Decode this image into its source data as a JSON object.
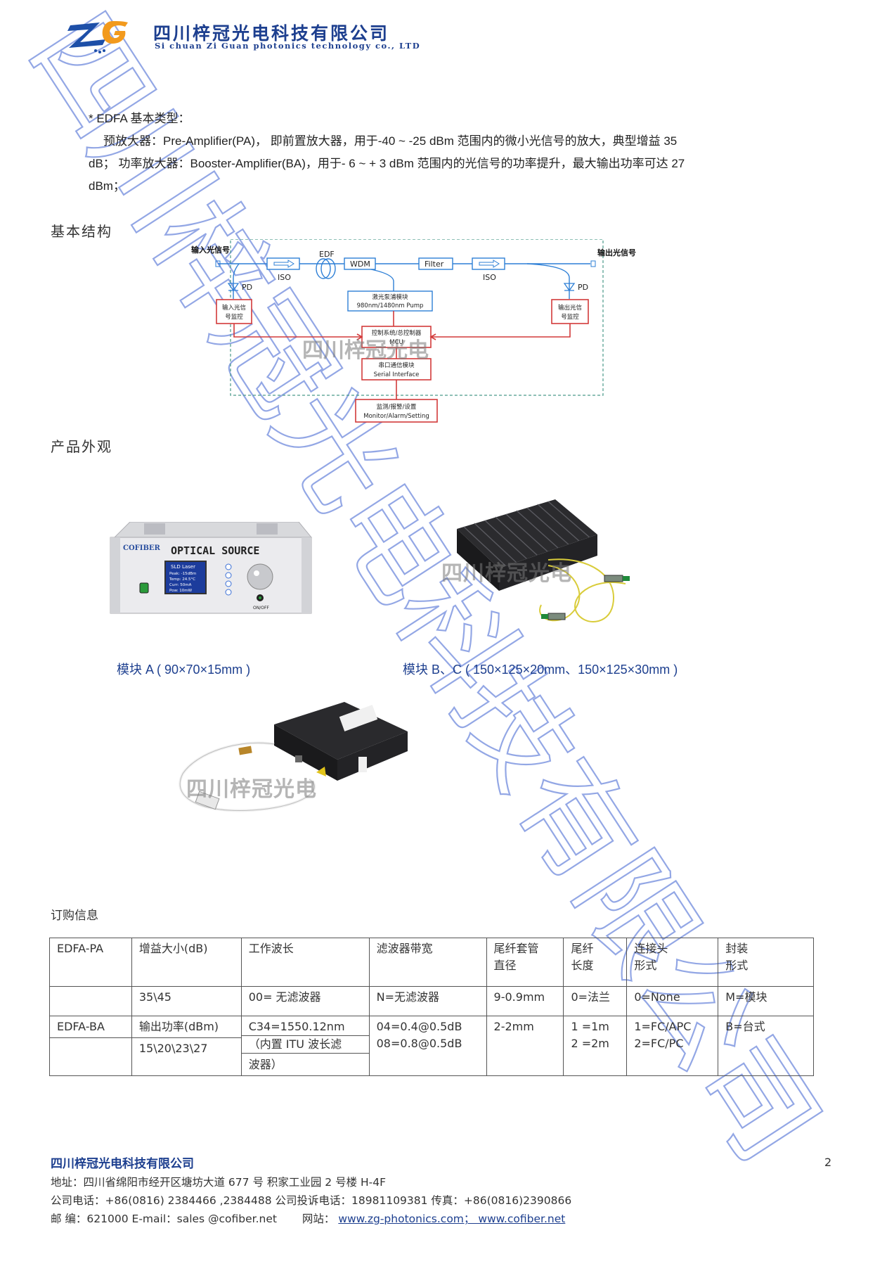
{
  "header": {
    "company_cn": "四川梓冠光电科技有限公司",
    "company_en": "Si chuan Zi Guan photonics technology co., LTD",
    "logo_text": "ZG"
  },
  "watermark": {
    "text": "四川梓冠光电科技有限公司",
    "color": "#3a5fd0"
  },
  "intro": {
    "line1": "* EDFA 基本类型：",
    "line2": "预放大器：Pre-Amplifier(PA)， 即前置放大器，用于-40 ~ -25 dBm 范围内的微小光信号的放大，典型增益 35",
    "line3": "dB； 功率放大器：Booster-Amplifier(BA)，用于- 6 ~ + 3 dBm 范围内的光信号的功率提升，最大输出功率可达 27",
    "line4": "dBm；"
  },
  "sections": {
    "structure": "基本结构",
    "appearance": "产品外观",
    "order": "订购信息"
  },
  "diagram": {
    "input_label": "输入光信号",
    "output_label": "输出光信号",
    "isolator": "ISO",
    "edf": "EDF",
    "wdm": "WDM",
    "filter": "Filter",
    "pd": "PD",
    "input_monitor": [
      "输入光信",
      "号监控"
    ],
    "output_monitor": [
      "输出光信",
      "号监控"
    ],
    "pump": [
      "激光泵浦模块",
      "980nm/1480nm Pump"
    ],
    "control": [
      "控制系统/总控制器",
      "MCU"
    ],
    "serial": [
      "串口通信模块",
      "Serial Interface"
    ],
    "monitor_alarm": [
      "监测/报警/设置",
      "Monitor/Alarm/Setting"
    ],
    "watermark": "四川梓冠光电",
    "line_color": "#2d7fd6",
    "box_red": "#d23a3a"
  },
  "products": {
    "device_a": {
      "brand": "COFIBER",
      "title": "OPTICAL SOURCE",
      "screen": [
        "SLD Laser",
        "Peak: -15dBm",
        "Temp: 24.5°C",
        "Curr: 50mA",
        "Pow: 10mW"
      ],
      "switch_label": "ON/OFF"
    },
    "watermark": "四川梓冠光电",
    "caption_a": "模块 A ( 90×70×15mm  )",
    "caption_bc": "模块 B、C ( 150×125×20mm、150×125×30mm )"
  },
  "table": {
    "rows": [
      [
        "EDFA-PA",
        "增益大小(dB)",
        "工作波长",
        "滤波器带宽",
        "尾纤套管\n直径",
        "尾纤\n长度",
        "连接头\n形式",
        "封装\n形式"
      ],
      [
        "",
        "35\\45",
        "00= 无滤波器",
        "N=无滤波器",
        "9-0.9mm",
        "0=法兰",
        "0=None",
        "M=模块"
      ]
    ],
    "ba": {
      "model": "EDFA-BA",
      "gain_label": "输出功率(dBm)",
      "gain_values": "15\\20\\23\\27",
      "wavelength": [
        "C34=1550.12nm",
        "（内置 ITU 波长滤",
        "波器）"
      ],
      "filter": [
        "04=0.4@0.5dB",
        "08=0.8@0.5dB"
      ],
      "tube": "2-2mm",
      "length": [
        "1 =1m",
        "2 =2m"
      ],
      "connector": [
        "1=FC/APC",
        "2=FC/PC"
      ],
      "package": "B=台式"
    }
  },
  "footer": {
    "company": "四川梓冠光电科技有限公司",
    "address": "地址：四川省绵阳市经开区塘坊大道 677 号 积家工业园 2 号楼 H-4F",
    "phone": "公司电话：+86(0816) 2384466 ,2384488  公司投诉电话：18981109381 传真：+86(0816)2390866",
    "postal": "邮  编：621000  E-mail：sales @cofiber.net",
    "site_label": "网站：",
    "site_links": "www.zg-photonics.com；  www.cofiber.net",
    "page_number": "2"
  }
}
